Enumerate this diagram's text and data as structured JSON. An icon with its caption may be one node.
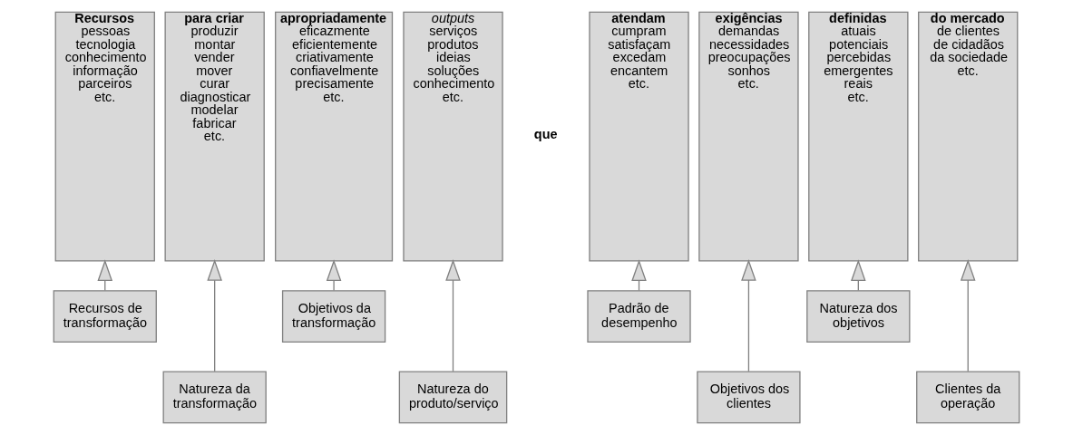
{
  "diagram": {
    "nodes": [
      {
        "text": [
          "Recursos",
          "pessoas",
          "tecnologia",
          "conhecimento",
          "informação",
          "parceiros",
          "etc."
        ]
      },
      {
        "text": [
          "para criar",
          "produzir",
          "montar",
          "vender",
          "mover",
          "curar",
          "diagnosticar",
          "modelar",
          "fabricar",
          "etc."
        ]
      },
      {
        "text": [
          "apropriadamente",
          "eficazmente",
          "eficientemente",
          "criativamente",
          "confiavelmente",
          "precisamente",
          "etc."
        ]
      },
      {
        "text": [
          "outputs",
          "serviços",
          "produtos",
          "ideias",
          "soluções",
          "conhecimento",
          "etc."
        ]
      },
      {
        "text": [
          "atendam",
          "cumpram",
          "satisfaçam",
          "excedam",
          "encantem",
          "etc."
        ]
      },
      {
        "text": [
          "exigências",
          "demandas",
          "necessidades",
          "preocupações",
          "sonhos",
          "etc."
        ]
      },
      {
        "text": [
          "definidas",
          "atuais",
          "potenciais",
          "percebidas",
          "emergentes",
          "reais",
          "etc."
        ]
      },
      {
        "text": [
          "do mercado",
          "de clientes",
          "de cidadãos",
          "da sociedade",
          "etc."
        ]
      },
      {
        "text": [
          "Recursos de transformação"
        ]
      },
      {
        "text": [
          "Natureza da transformação"
        ]
      },
      {
        "text": [
          "Objetivos da transformação"
        ]
      },
      {
        "text": [
          "Natureza do produto/serviço"
        ]
      },
      {
        "text": [
          "Padrão de desempenho"
        ]
      },
      {
        "text": [
          "Objetivos dos clientes"
        ]
      },
      {
        "text": [
          "Natureza dos objetivos"
        ]
      },
      {
        "text": [
          "Clientes da operação"
        ]
      }
    ],
    "edges": [
      {
        "from": 8,
        "to": 0,
        "arrow": "to"
      },
      {
        "from": 9,
        "to": 1,
        "arrow": "to"
      },
      {
        "from": 10,
        "to": 2,
        "arrow": "to"
      },
      {
        "from": 11,
        "to": 3,
        "arrow": "to"
      },
      {
        "from": 12,
        "to": 4,
        "arrow": "to"
      },
      {
        "from": 13,
        "to": 5,
        "arrow": "to"
      },
      {
        "from": 14,
        "to": 6,
        "arrow": "to"
      },
      {
        "from": 15,
        "to": 7,
        "arrow": "to"
      }
    ],
    "labels": [
      "que"
    ]
  }
}
